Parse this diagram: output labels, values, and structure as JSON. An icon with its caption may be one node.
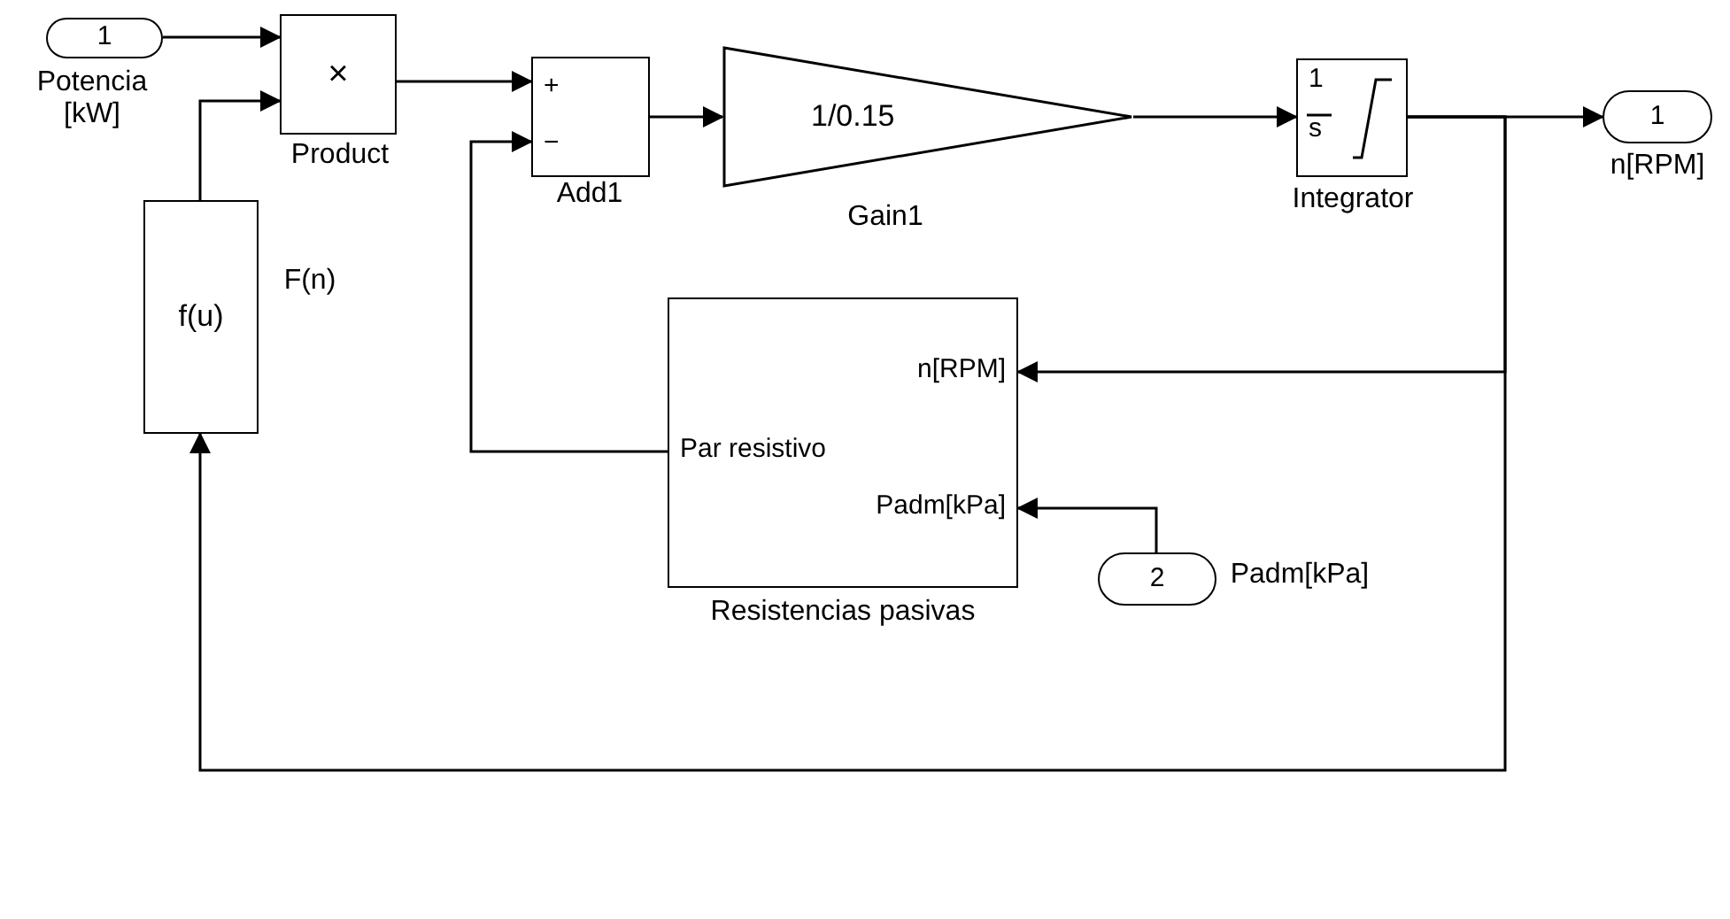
{
  "diagram": {
    "nodes": [
      {
        "text": [
          "1"
        ],
        "beside": [
          "Potencia [kW]"
        ]
      },
      {
        "text": [
          "×"
        ],
        "beside": [
          "Product"
        ]
      },
      {
        "text": [
          "+",
          "−"
        ],
        "beside": [
          "Add1"
        ]
      },
      {
        "text": [
          "1/0.15"
        ],
        "beside": [
          "Gain1"
        ]
      },
      {
        "text": [
          "1",
          "s"
        ],
        "beside": [
          "Integrator"
        ]
      },
      {
        "text": [
          "1"
        ],
        "beside": [
          "n[RPM]"
        ]
      },
      {
        "text": [
          "f(u)"
        ],
        "beside": [
          "F(n)"
        ]
      },
      {
        "text": [
          "n[RPM]",
          "Par resistivo",
          "Padm[kPa]"
        ],
        "beside": [
          "Resistencias pasivas"
        ]
      },
      {
        "text": [
          "2"
        ],
        "beside": [
          "Padm[kPa]"
        ]
      }
    ],
    "edges": [
      {
        "from": 0,
        "to": 1,
        "arrow": "to"
      },
      {
        "from": 6,
        "to": 1,
        "arrow": "to"
      },
      {
        "from": 1,
        "to": 2,
        "arrow": "to"
      },
      {
        "from": 7,
        "to": 2,
        "arrow": "to"
      },
      {
        "from": 2,
        "to": 3,
        "arrow": "to"
      },
      {
        "from": 3,
        "to": 4,
        "arrow": "to"
      },
      {
        "from": 4,
        "to": 5,
        "arrow": "to"
      },
      {
        "from": 4,
        "to": 7,
        "arrow": "to"
      },
      {
        "from": 4,
        "to": 6,
        "arrow": "to"
      },
      {
        "from": 8,
        "to": 7,
        "arrow": "to"
      }
    ]
  }
}
